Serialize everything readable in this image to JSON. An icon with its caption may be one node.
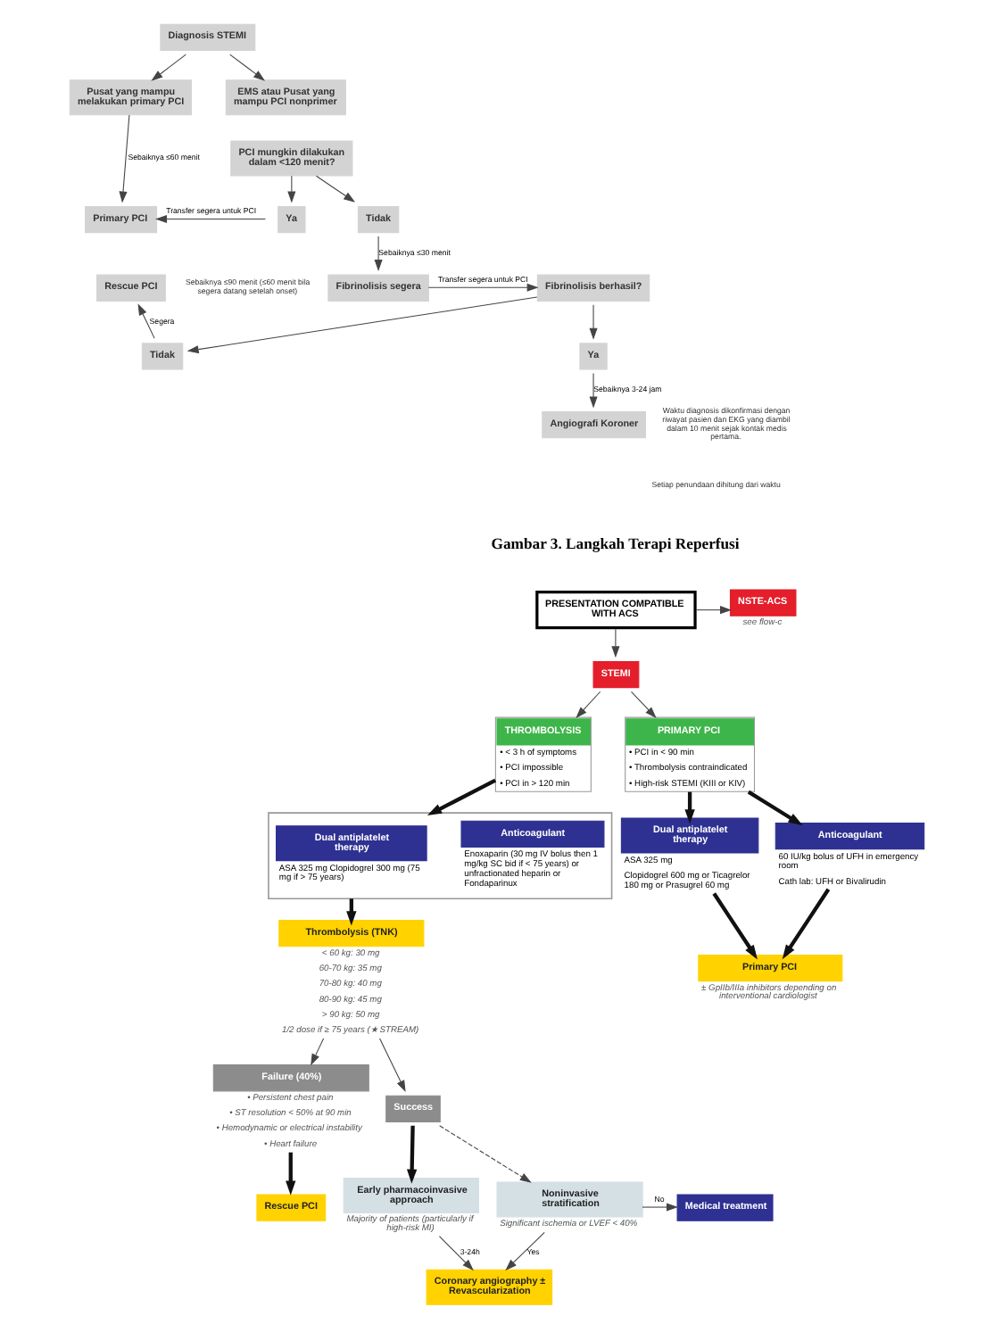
{
  "diagram": {
    "nodes": [
      {
        "text": [
          "Diagnosis STEMI"
        ]
      },
      {
        "text": [
          "Pusat yang mampu melakukan primary PCI"
        ]
      },
      {
        "text": [
          "EMS atau Pusat yang mampu PCI nonprimer"
        ]
      },
      {
        "text": [
          "PCI mungkin dilakukan dalam <120 menit?"
        ]
      },
      {
        "text": [
          "Ya"
        ]
      },
      {
        "text": [
          "Tidak"
        ]
      },
      {
        "text": [
          "Primary PCI"
        ]
      },
      {
        "text": [
          "Rescue PCI"
        ]
      },
      {
        "text": [
          "Tidak"
        ]
      },
      {
        "text": [
          "Ya"
        ]
      },
      {
        "text": [
          "Fibrinolisis segera"
        ]
      },
      {
        "text": [
          "Fibrinolisis berhasil?"
        ]
      },
      {
        "text": [
          "Angiografi Koroner"
        ]
      },
      {
        "text": [
          "PRESENTATION COMPATIBLE WITH ACS"
        ]
      },
      {
        "text": [
          "NSTE-ACS"
        ],
        "beside": [
          "see flow-c"
        ]
      },
      {
        "text": [
          "STEMI"
        ]
      },
      {
        "text": [
          "THROMBOLYSIS",
          "• < 3 h of symptoms",
          "• PCI impossible",
          "• PCI in > 120 min"
        ]
      },
      {
        "text": [
          "PRIMARY PCI",
          "• PCI in < 90 min",
          "• Thrombolysis contraindicated",
          "• High-risk STEMI (KIII or KIV)"
        ]
      },
      {
        "text": [],
        "shape": "box"
      },
      {
        "text": [
          "Dual antiplatelet therapy",
          "ASA 325 mg Clopidogrel 300 mg (75 mg if > 75 years)"
        ],
        "in": 18
      },
      {
        "text": [
          "Anticoagulant",
          "Enoxaparin (30 mg IV bolus then 1 mg/kg SC bid if < 75 years) or unfractionated heparin or Fondaparinux"
        ],
        "in": 18
      },
      {
        "text": [
          "Dual antiplatelet therapy",
          "ASA 325 mg",
          "Clopidogrel 600 mg or Ticagrelor 180 mg or Prasugrel 60 mg"
        ]
      },
      {
        "text": [
          "Anticoagulant",
          "60 IU/kg bolus of UFH in emergency room",
          "Cath lab: UFH or Bivalirudin"
        ]
      },
      {
        "text": [
          "Thrombolysis (TNK)"
        ],
        "beside": [
          "< 60 kg: 30 mg",
          "60-70 kg: 35 mg",
          "70-80 kg: 40 mg",
          "80-90 kg: 45 mg",
          "> 90 kg: 50 mg",
          "1/2 dose if ≥ 75 years (★ STREAM)"
        ]
      },
      {
        "text": [
          "Primary PCI"
        ],
        "beside": [
          "± GpIIb/IIIa inhibitors depending on interventional cardiologist"
        ]
      },
      {
        "text": [
          "Failure (40%)"
        ],
        "beside": [
          "• Persistent chest pain",
          "• ST resolution < 50% at 90 min",
          "• Hemodynamic or electrical instability",
          "• Heart failure"
        ]
      },
      {
        "text": [
          "Success"
        ]
      },
      {
        "text": [
          "Early pharmacoinvasive approach"
        ],
        "beside": [
          "Majority of patients (particularly if high-risk MI)"
        ]
      },
      {
        "text": [
          "Noninvasive stratification"
        ],
        "beside": [
          "Significant ischemia or LVEF < 40%"
        ]
      },
      {
        "text": [
          "Medical treatment"
        ]
      },
      {
        "text": [
          "Rescue PCI"
        ]
      },
      {
        "text": [
          "Coronary angiography ± Revascularization"
        ]
      }
    ],
    "edges": [
      {
        "from": 0,
        "to": 1,
        "arrow": "to"
      },
      {
        "from": 0,
        "to": 2,
        "arrow": "to"
      },
      {
        "from": 1,
        "to": 6,
        "arrow": "to",
        "label": "Sebaiknya ≤60 menit"
      },
      {
        "from": 3,
        "to": 4,
        "arrow": "to"
      },
      {
        "from": 3,
        "to": 5,
        "arrow": "to"
      },
      {
        "from": 4,
        "to": 6,
        "arrow": "to",
        "label": "Transfer segera untuk PCI"
      },
      {
        "from": 5,
        "to": 10,
        "arrow": "to",
        "label": "Sebaiknya ≤30 menit"
      },
      {
        "from": 10,
        "to": 11,
        "arrow": "to",
        "label": "Transfer segera untuk PCI"
      },
      {
        "from": 11,
        "to": 8,
        "arrow": "to"
      },
      {
        "from": 11,
        "to": 9,
        "arrow": "to"
      },
      {
        "from": 8,
        "to": 7,
        "arrow": "to",
        "label": "Segera"
      },
      {
        "from": 9,
        "to": 12,
        "arrow": "to",
        "label": "Sebaiknya 3-24 jam"
      },
      {
        "from": 13,
        "to": 14,
        "arrow": "to"
      },
      {
        "from": 13,
        "to": 15,
        "arrow": "to"
      },
      {
        "from": 15,
        "to": 16,
        "arrow": "to"
      },
      {
        "from": 15,
        "to": 17,
        "arrow": "to"
      },
      {
        "from": 16,
        "to": 18,
        "arrow": "to",
        "style": "thick"
      },
      {
        "from": 18,
        "to": 23,
        "arrow": "to",
        "style": "thick"
      },
      {
        "from": 17,
        "to": 21,
        "arrow": "to",
        "style": "thick"
      },
      {
        "from": 17,
        "to": 22,
        "arrow": "to",
        "style": "thick"
      },
      {
        "from": 21,
        "to": 24,
        "arrow": "to",
        "style": "thick"
      },
      {
        "from": 22,
        "to": 24,
        "arrow": "to",
        "style": "thick"
      },
      {
        "from": 23,
        "to": 25,
        "arrow": "to"
      },
      {
        "from": 23,
        "to": 26,
        "arrow": "to"
      },
      {
        "from": 26,
        "to": 27,
        "arrow": "to",
        "style": "thick"
      },
      {
        "from": 26,
        "to": 28,
        "arrow": "to",
        "style": "dashed"
      },
      {
        "from": 25,
        "to": 30,
        "arrow": "to",
        "style": "thick"
      },
      {
        "from": 27,
        "to": 31,
        "arrow": "to",
        "label": "3-24h"
      },
      {
        "from": 28,
        "to": 31,
        "arrow": "to",
        "label": "Yes"
      },
      {
        "from": 28,
        "to": 29,
        "arrow": "to",
        "label": "No"
      }
    ],
    "labels": [
      "Sebaiknya ≤90 menit (≤60 menit bila segera datang setelah onset)",
      "Waktu diagnosis dikonfirmasi dengan riwayat pasien dan EKG yang diambil dalam 10 menit sejak kontak medis pertama.",
      "Setiap penundaan dihitung dari waktu",
      "Gambar 3. Langkah Terapi Reperfusi"
    ]
  }
}
